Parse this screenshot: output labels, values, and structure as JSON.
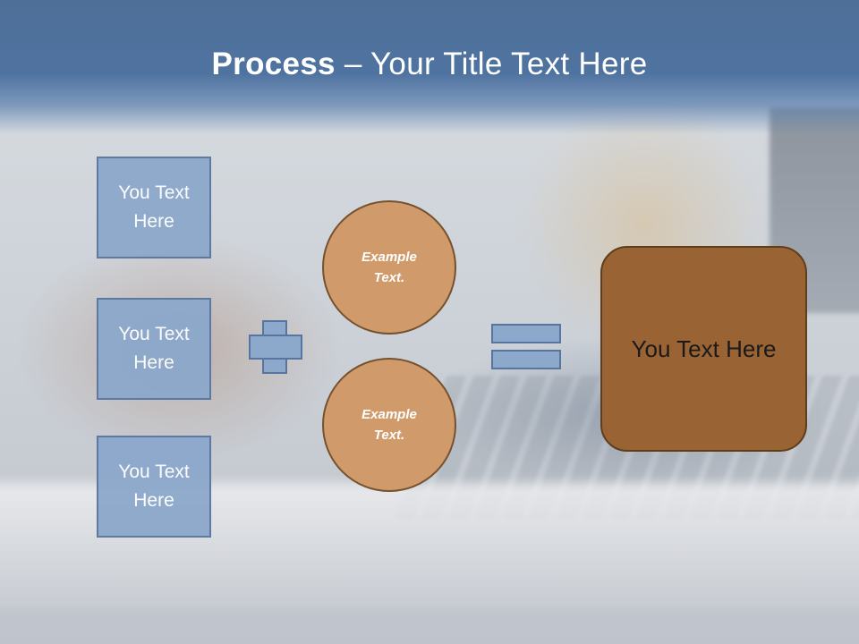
{
  "title": {
    "bold": "Process",
    "rest": " – Your Title Text Here"
  },
  "left_boxes": [
    {
      "label": "You Text Here"
    },
    {
      "label": "You Text Here"
    },
    {
      "label": "You Text Here"
    }
  ],
  "circles": [
    {
      "label": "Example Text."
    },
    {
      "label": "Example Text."
    }
  ],
  "result": {
    "label": "You Text Here"
  },
  "colors": {
    "title_band": "#4f73a0",
    "box_fill": "#8ca8cb",
    "box_border": "#5875a0",
    "circle_fill": "#d19a6a",
    "result_fill": "#9a6333"
  }
}
